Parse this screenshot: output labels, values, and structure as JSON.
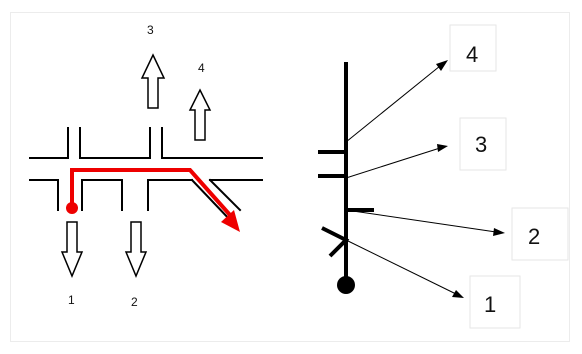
{
  "left_panel": {
    "exits": [
      {
        "number": "1",
        "direction": "down"
      },
      {
        "number": "2",
        "direction": "down"
      },
      {
        "number": "3",
        "direction": "up"
      },
      {
        "number": "4",
        "direction": "up"
      }
    ]
  },
  "right_panel": {
    "branches": [
      {
        "number": "1"
      },
      {
        "number": "2"
      },
      {
        "number": "3"
      },
      {
        "number": "4"
      }
    ]
  },
  "colors": {
    "route": "#ee0000",
    "start_dot": "#ee0000",
    "lines": "#000000"
  },
  "icons": [
    "up-arrow-icon",
    "down-arrow-icon",
    "start-dot-icon",
    "end-dot-icon"
  ]
}
